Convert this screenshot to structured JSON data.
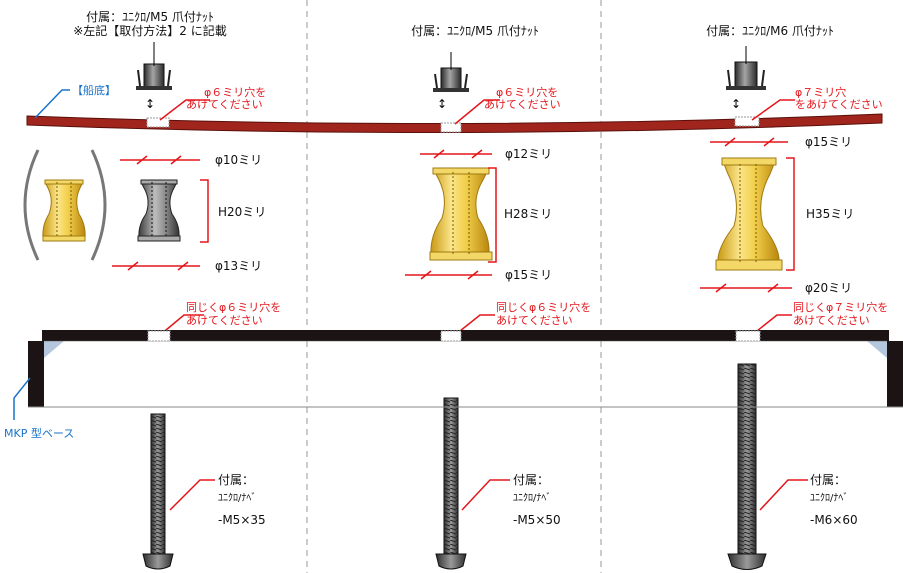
{
  "labels": {
    "boat_bottom": "【船底】",
    "base": "MKP 型ベース"
  },
  "columns": [
    {
      "nut_label": "付属：ﾕﾆｸﾛ/M5 爪付ﾅｯﾄ",
      "nut_note": "※左記【取付方法】2 に記載",
      "top_hole_line1": "φ６ミリ穴を",
      "top_hole_line2": "あけてください",
      "top_diameter": "φ10ミリ",
      "height": "H20ミリ",
      "bottom_diameter": "φ13ミリ",
      "base_hole_line1": "同じくφ６ミリ穴を",
      "base_hole_line2": "あけてください",
      "bolt_line1": "付属：",
      "bolt_line2": "ﾕﾆｸﾛ/ﾅﾍﾞ",
      "bolt_line3": "-M5×35"
    },
    {
      "nut_label": "付属：ﾕﾆｸﾛ/M5 爪付ﾅｯﾄ",
      "top_hole_line1": "φ６ミリ穴を",
      "top_hole_line2": "あけてください",
      "top_diameter": "φ12ミリ",
      "height": "H28ミリ",
      "bottom_diameter": "φ15ミリ",
      "base_hole_line1": "同じくφ６ミリ穴を",
      "base_hole_line2": "あけてください",
      "bolt_line1": "付属：",
      "bolt_line2": "ﾕﾆｸﾛ/ﾅﾍﾞ",
      "bolt_line3": "-M5×50"
    },
    {
      "nut_label": "付属：ﾕﾆｸﾛ/M6 爪付ﾅｯﾄ",
      "top_hole_line1": "φ７ミリ穴",
      "top_hole_line2": "をあけてください",
      "top_diameter": "φ15ミリ",
      "height": "H35ミリ",
      "bottom_diameter": "φ20ミリ",
      "base_hole_line1": "同じくφ７ミリ穴を",
      "base_hole_line2": "あけてください",
      "bolt_line1": "付属：",
      "bolt_line2": "ﾕﾆｸﾛ/ﾅﾍﾞ",
      "bolt_line3": "-M6×60"
    }
  ],
  "colors": {
    "boat_bottom": "#a0261d",
    "base": "#1c1414",
    "gold": "#e8c23a",
    "silver": "#8a8a8a",
    "callout_red": "#e4161b",
    "callout_blue": "#1a73c9"
  }
}
